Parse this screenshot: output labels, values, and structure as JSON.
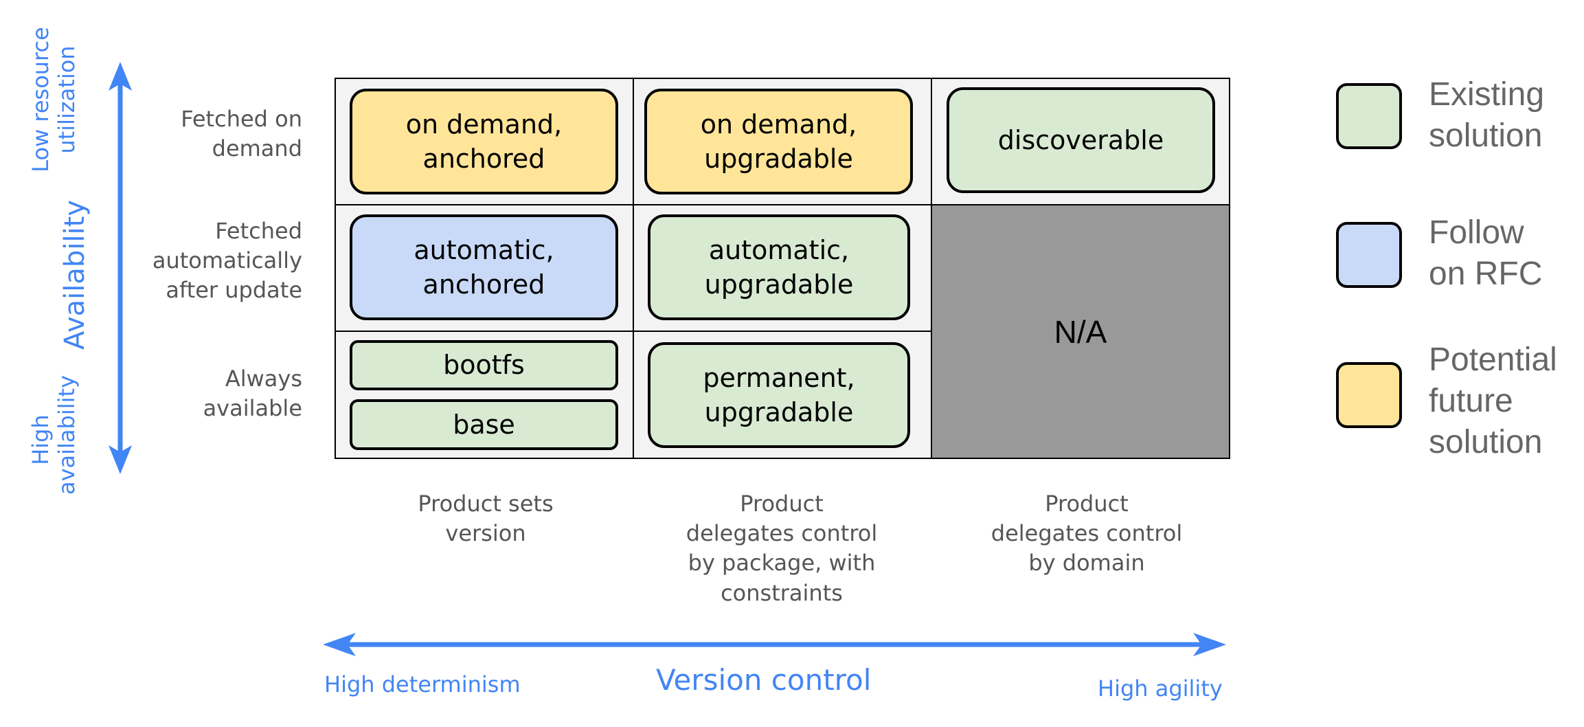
{
  "colors": {
    "existing": "#d9ead3",
    "follow_on": "#c9daf8",
    "potential": "#ffe599",
    "na": "#999999",
    "axis": "#4285f4"
  },
  "vertical_axis": {
    "title": "Availability",
    "top_label": "Low resource\nutilization",
    "bottom_label": "High\navailability"
  },
  "horizontal_axis": {
    "title": "Version control",
    "left_label": "High determinism",
    "right_label": "High agility"
  },
  "rows": [
    {
      "label": "Fetched on\ndemand"
    },
    {
      "label": "Fetched\nautomatically\nafter update"
    },
    {
      "label": "Always\navailable"
    }
  ],
  "columns": [
    {
      "label": "Product sets\nversion"
    },
    {
      "label": "Product\ndelegates control\nby package, with\nconstraints"
    },
    {
      "label": "Product\ndelegates control\nby domain"
    }
  ],
  "cells": {
    "r1c1": "on demand,\nanchored",
    "r1c2": "on demand,\nupgradable",
    "r1c3": "discoverable",
    "r2c1": "automatic,\nanchored",
    "r2c2": "automatic,\nupgradable",
    "r3c1a": "bootfs",
    "r3c1b": "base",
    "r3c2": "permanent,\nupgradable",
    "na": "N/A"
  },
  "legend": [
    {
      "label": "Existing\nsolution",
      "color_key": "existing"
    },
    {
      "label": "Follow\non RFC",
      "color_key": "follow_on"
    },
    {
      "label": "Potential\nfuture\nsolution",
      "color_key": "potential"
    }
  ]
}
